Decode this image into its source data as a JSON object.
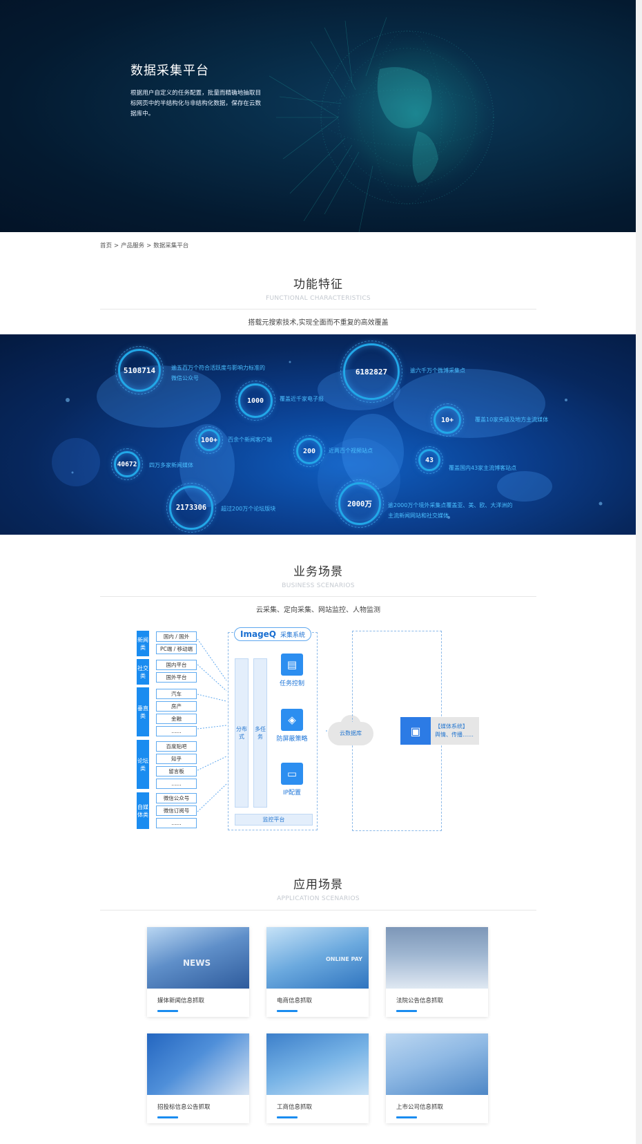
{
  "hero": {
    "title": "数据采集平台",
    "description": "根据用户自定义的任务配置，批量而精确地抽取目标网页中的半结构化与非结构化数据，保存在云数据库中。"
  },
  "breadcrumb": [
    "首页",
    ">",
    "产品服务",
    ">",
    "数据采集平台"
  ],
  "features": {
    "title": "功能特征",
    "subtitle": "FUNCTIONAL CHARACTERISTICS",
    "description": "搭载元搜索技术,实现全面而不重复的高效覆盖",
    "stats": [
      {
        "value": "5108714",
        "text1": "逾五百万个符合活跃度与影响力标准的",
        "text2": "微信公众号"
      },
      {
        "value": "1000",
        "text1": "覆盖近千家电子报",
        "text2": ""
      },
      {
        "value": "6182827",
        "text1": "逾六千万个微博采集点",
        "text2": ""
      },
      {
        "value": "10+",
        "text1": "覆盖10家央级及地方主流媒体",
        "text2": ""
      },
      {
        "value": "100+",
        "text1": "百余个新闻客户端",
        "text2": ""
      },
      {
        "value": "200",
        "text1": "近两百个视频站点",
        "text2": ""
      },
      {
        "value": "40672",
        "text1": "四万多家新闻媒体",
        "text2": ""
      },
      {
        "value": "43",
        "text1": "覆盖国内43家主流博客站点",
        "text2": ""
      },
      {
        "value": "2173306",
        "text1": "超过200万个论坛版块",
        "text2": ""
      },
      {
        "value": "2000万",
        "text1": "逾2000万个境外采集点覆盖亚、美、欧、大洋洲的",
        "text2": "主流新闻网站和社交媒体"
      }
    ]
  },
  "business": {
    "title": "业务场景",
    "subtitle": "BUSINESS SCENARIOS",
    "description": "云采集、定向采集、网站监控、人物监测",
    "categories": [
      {
        "name": "新闻类",
        "items": [
          "国内 / 国外",
          "PC端 / 移动端"
        ]
      },
      {
        "name": "社交类",
        "items": [
          "国内平台",
          "国外平台"
        ]
      },
      {
        "name": "垂直类",
        "items": [
          "汽车",
          "房产",
          "金融",
          "......"
        ]
      },
      {
        "name": "论坛类",
        "items": [
          "百度贴吧",
          "知乎",
          "留言板",
          "......"
        ]
      },
      {
        "name": "自媒体类",
        "items": [
          "微信公众号",
          "微信订阅号",
          "......"
        ]
      }
    ],
    "system_logo": "ImageQ",
    "system_label": "采集系统",
    "col_distributed": "分布式",
    "col_multitask": "多任务",
    "feature_task": "任务控制",
    "feature_shield": "防屏蔽策略",
    "feature_ip": "IP配置",
    "monitor": "监控平台",
    "cloud_db": "云数据库",
    "media_line1": "【媒体系统】",
    "media_line2": "舆情、传播……"
  },
  "application": {
    "title": "应用场景",
    "subtitle": "APPLICATION SCENARIOS",
    "cards": [
      {
        "label": "媒体新闻信息抓取",
        "img_text": "NEWS"
      },
      {
        "label": "电商信息抓取",
        "img_text": "ONLINE PAY"
      },
      {
        "label": "法院公告信息抓取",
        "img_text": ""
      },
      {
        "label": "招投标信息公告抓取",
        "img_text": ""
      },
      {
        "label": "工商信息抓取",
        "img_text": ""
      },
      {
        "label": "上市公司信息抓取",
        "img_text": ""
      }
    ]
  },
  "colors": {
    "accent": "#1a8cf0",
    "hero_bg": "#041a30",
    "band_bg": "#0b3e8d",
    "stat_text": "#4bc0ff"
  }
}
